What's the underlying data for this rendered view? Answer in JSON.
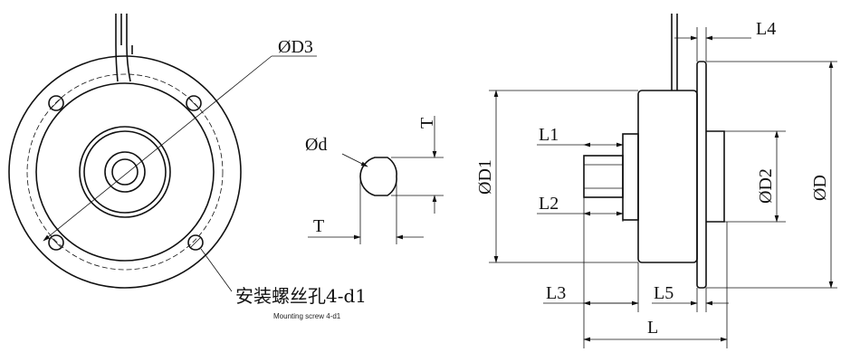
{
  "labels": {
    "d3": "ØD3",
    "d": "Ød",
    "t_vertical": "T",
    "t_horizontal": "T",
    "l1": "L1",
    "l2": "L2",
    "l3": "L3",
    "l4": "L4",
    "l5": "L5",
    "l": "L",
    "d1": "ØD1",
    "d2": "ØD2",
    "dd": "ØD"
  },
  "mounting": {
    "cn": "安装螺丝孔4-d1",
    "en": "Mounting screw 4-d1"
  }
}
